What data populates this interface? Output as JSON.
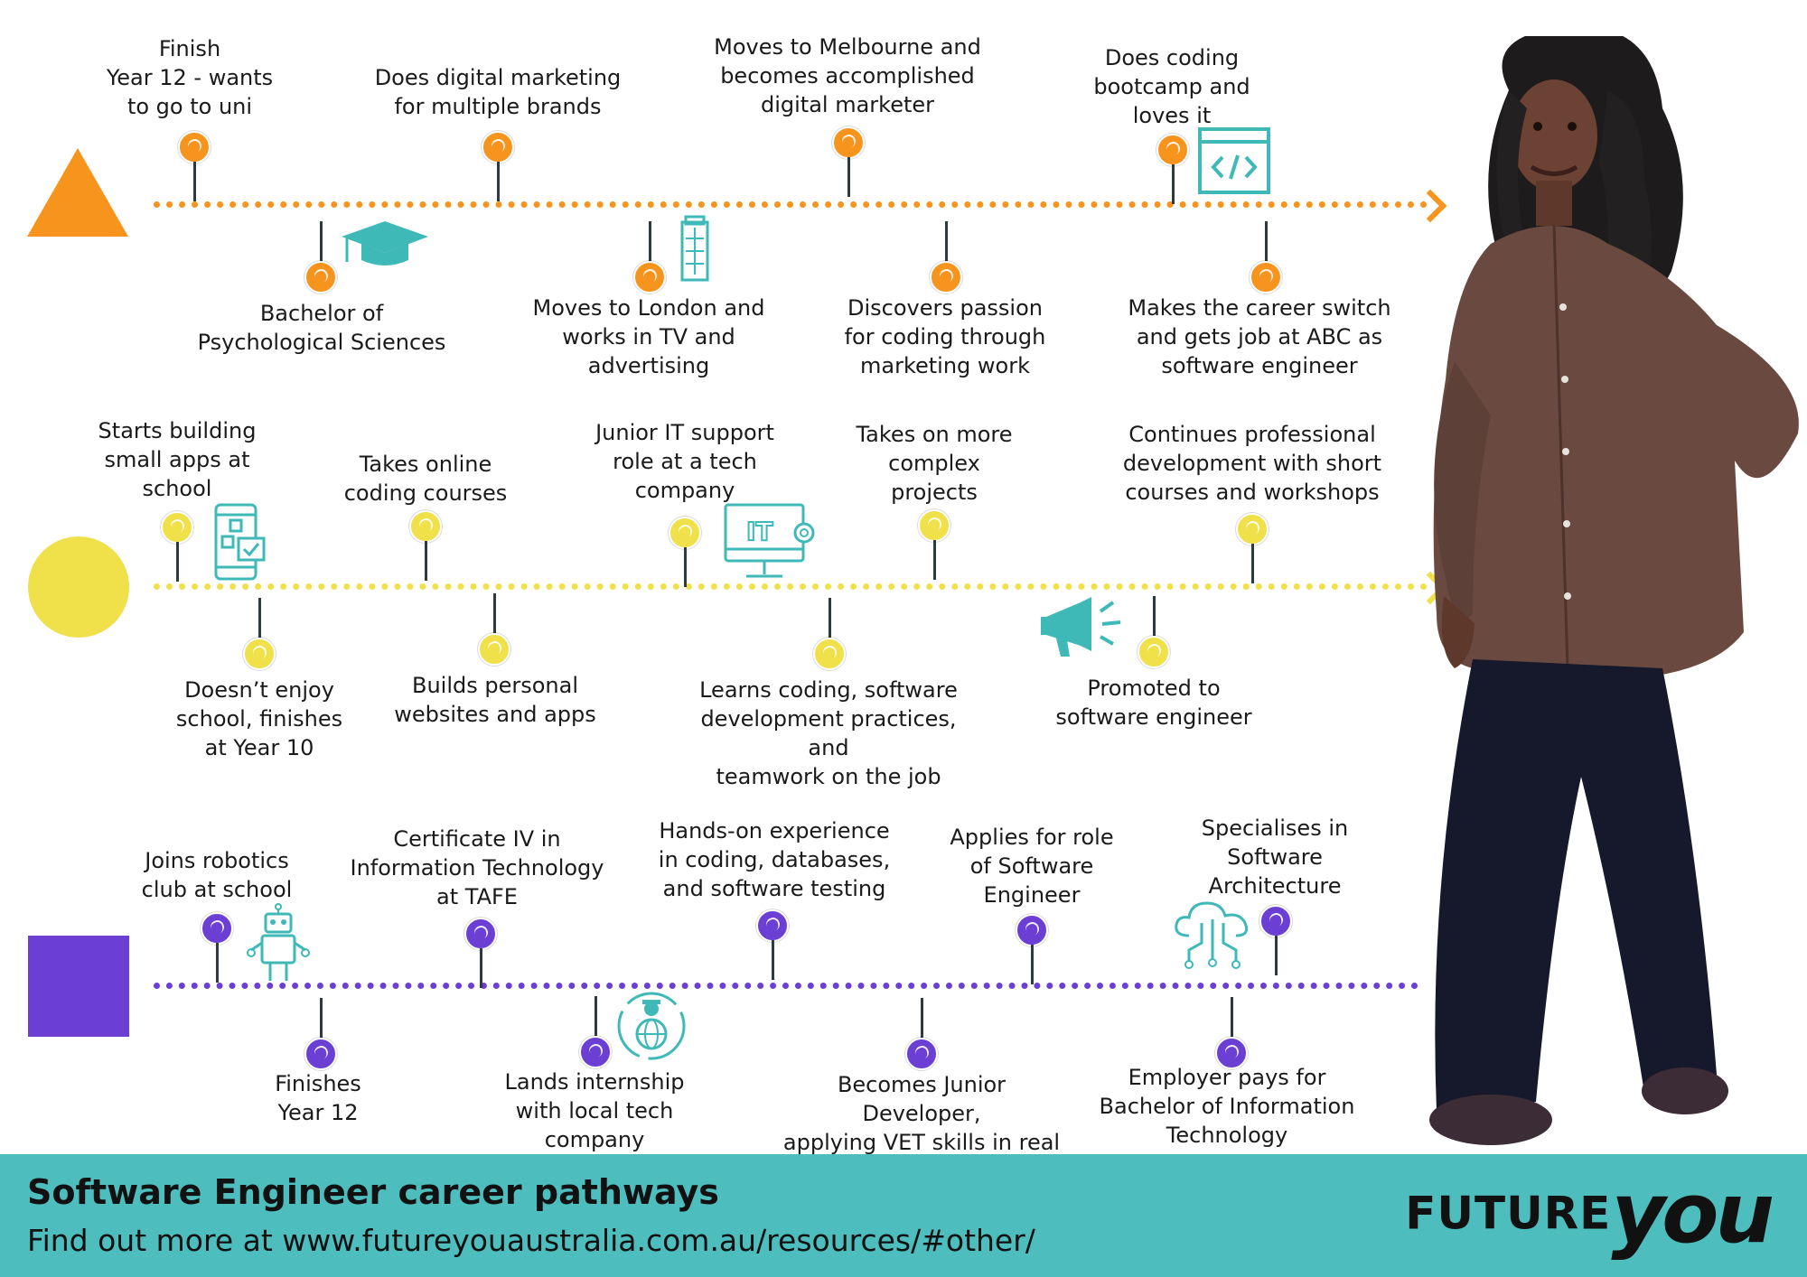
{
  "colors": {
    "orange": "#f7941d",
    "yellow": "#f0e04a",
    "purple": "#6b3fd4",
    "teal": "#4dbdbe",
    "icon_teal": "#3fb8b8"
  },
  "pathways": [
    {
      "shape": "triangle",
      "milestones": [
        {
          "text": "Finish\nYear 12 - wants\nto go to uni"
        },
        {
          "text": "Bachelor of\nPsychological Sciences"
        },
        {
          "text": "Does digital marketing\nfor multiple brands"
        },
        {
          "text": "Moves to London and\nworks in TV and\nadvertising"
        },
        {
          "text": "Moves to Melbourne and\nbecomes accomplished\ndigital marketer"
        },
        {
          "text": "Discovers passion\nfor coding through\nmarketing work"
        },
        {
          "text": "Does coding\nbootcamp and\nloves it"
        },
        {
          "text": "Makes the career switch\nand gets job at ABC as\nsoftware engineer"
        }
      ]
    },
    {
      "shape": "circle",
      "milestones": [
        {
          "text": "Starts building\nsmall apps at\nschool"
        },
        {
          "text": "Doesn’t enjoy\nschool, finishes\nat Year 10"
        },
        {
          "text": "Takes online\ncoding courses"
        },
        {
          "text": "Builds personal\nwebsites and apps"
        },
        {
          "text": "Junior IT support\nrole at a tech\ncompany"
        },
        {
          "text": "Learns coding, software\ndevelopment practices, and\nteamwork on the job"
        },
        {
          "text": "Takes on more\ncomplex\nprojects"
        },
        {
          "text": "Promoted to\nsoftware engineer"
        },
        {
          "text": "Continues professional\ndevelopment with short\ncourses and workshops"
        }
      ]
    },
    {
      "shape": "square",
      "milestones": [
        {
          "text": "Joins robotics\nclub at school"
        },
        {
          "text": "Finishes\nYear 12"
        },
        {
          "text": "Certificate IV in\nInformation Technology\nat TAFE"
        },
        {
          "text": "Lands internship\nwith local tech\ncompany"
        },
        {
          "text": "Hands-on experience\nin coding, databases,\nand software testing"
        },
        {
          "text": "Becomes Junior Developer,\napplying VET skills in real\nprojects"
        },
        {
          "text": "Applies for role\nof Software\nEngineer"
        },
        {
          "text": "Employer pays for\nBachelor of Information\nTechnology"
        },
        {
          "text": "Specialises in\nSoftware\nArchitecture"
        }
      ]
    }
  ],
  "icons": [
    "graduation-cap-icon",
    "phone-box-icon",
    "code-window-icon",
    "mobile-app-icon",
    "it-monitor-icon",
    "megaphone-icon",
    "robot-icon",
    "globe-icon",
    "cloud-network-icon"
  ],
  "footer": {
    "title": "Software Engineer career pathways",
    "link": "Find out more at www.futureyouaustralia.com.au/resources/#other/"
  },
  "logo": {
    "part1": "FUTURE",
    "part2": "you"
  }
}
